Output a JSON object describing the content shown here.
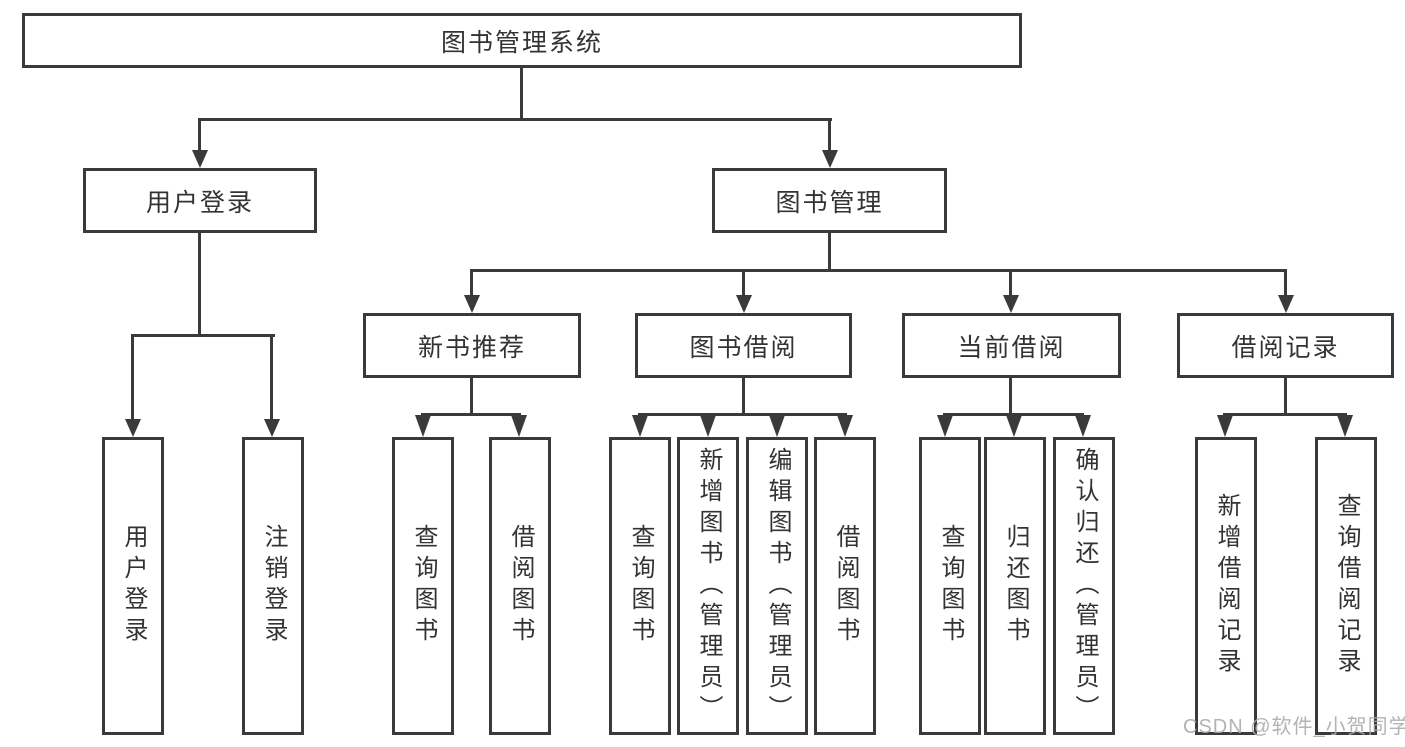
{
  "colors": {
    "line": "#3a3a3a",
    "text": "#333333",
    "watermark": "#ababab"
  },
  "nodes": {
    "root": {
      "label": "图书管理系统"
    },
    "user_login": {
      "label": "用户登录"
    },
    "book_mgmt": {
      "label": "图书管理"
    },
    "new_books": {
      "label": "新书推荐"
    },
    "book_borrow": {
      "label": "图书借阅"
    },
    "current_borrow": {
      "label": "当前借阅"
    },
    "borrow_records": {
      "label": "借阅记录"
    },
    "leaf_user_login": {
      "label": "用户登录"
    },
    "leaf_logout": {
      "label": "注销登录"
    },
    "leaf_nb_query": {
      "label": "查询图书"
    },
    "leaf_nb_borrow": {
      "label": "借阅图书"
    },
    "leaf_bb_query": {
      "label": "查询图书"
    },
    "leaf_bb_add": {
      "label": "新增图书（管理员）"
    },
    "leaf_bb_edit": {
      "label": "编辑图书（管理员）"
    },
    "leaf_bb_borrow": {
      "label": "借阅图书"
    },
    "leaf_cb_query": {
      "label": "查询图书"
    },
    "leaf_cb_return": {
      "label": "归还图书"
    },
    "leaf_cb_confirm": {
      "label": "确认归还（管理员）"
    },
    "leaf_br_add": {
      "label": "新增借阅记录"
    },
    "leaf_br_query": {
      "label": "查询借阅记录"
    }
  },
  "watermark": {
    "text": "CSDN @软件_小贺同学"
  }
}
